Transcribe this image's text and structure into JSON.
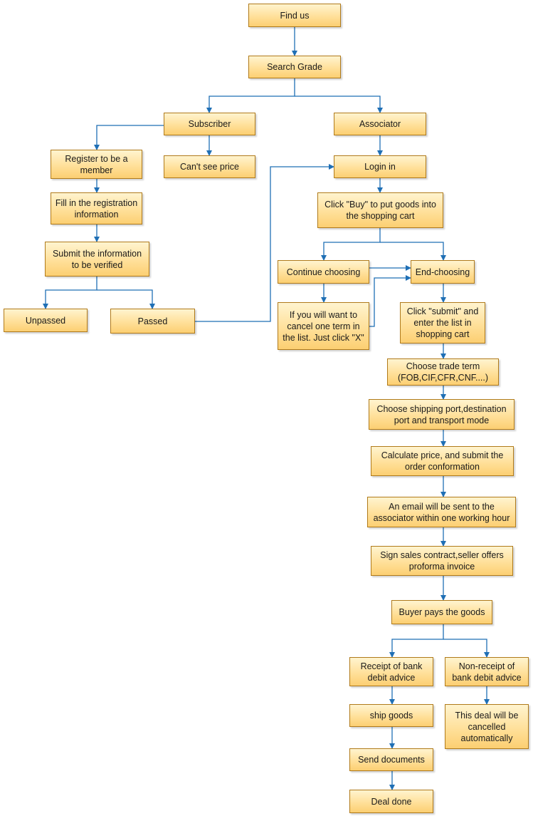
{
  "colors": {
    "box_fill_top": "#fff4cf",
    "box_fill_bottom": "#fccf72",
    "box_border": "#b07a1a",
    "connector": "#1f6fb5"
  },
  "nodes": {
    "find_us": "Find us",
    "search_grade": "Search Grade",
    "subscriber": "Subscriber",
    "associator": "Associator",
    "register": "Register to be a member",
    "cant_see_price": "Can't see price",
    "login": "Login in",
    "fill_info": "Fill in the registration information",
    "click_buy": "Click \"Buy\" to put goods into the shopping cart",
    "submit_info": "Submit the information to be verified",
    "continue_choosing": "Continue choosing",
    "end_choosing": "End-choosing",
    "unpassed": "Unpassed",
    "passed": "Passed",
    "cancel_term": "If you will want to cancel one term in the list. Just click \"X\"",
    "click_submit": "Click \"submit\" and enter the list in shopping cart",
    "trade_term": "Choose trade term (FOB,CIF,CFR,CNF....)",
    "shipping_port": "Choose shipping port,destination port and transport mode",
    "calc_price": "Calculate price, and submit the order conformation",
    "email": "An email will be sent to the associator within one working hour",
    "sign_contract": "Sign sales contract,seller offers proforma invoice",
    "buyer_pays": "Buyer pays the goods",
    "receipt": "Receipt of bank debit advice",
    "non_receipt": "Non-receipt of bank debit advice",
    "ship_goods": "ship goods",
    "deal_cancelled": "This deal will be cancelled automatically",
    "send_docs": "Send documents",
    "deal_done": "Deal done"
  }
}
